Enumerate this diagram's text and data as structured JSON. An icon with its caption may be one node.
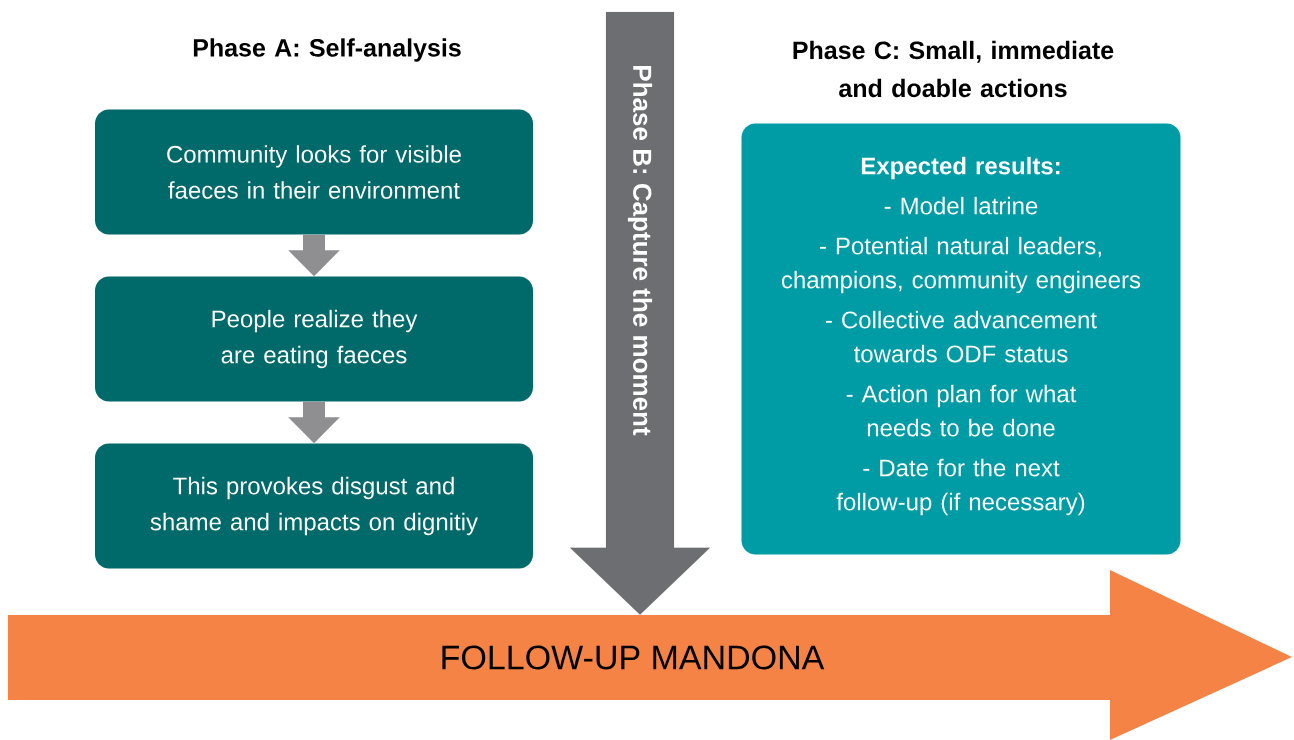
{
  "diagram": {
    "nodes": [
      {
        "text": [
          "Community looks for visible faeces in their environment"
        ]
      },
      {
        "text": [
          "People realize they are eating faeces"
        ]
      },
      {
        "text": [
          "This provokes disgust and shame and impacts on dignitiy"
        ]
      },
      {
        "text": [
          "Expected results:",
          "- Model latrine",
          "- Potential natural leaders, champions, community engineers",
          "- Collective advancement towards ODF status",
          "- Action plan for what needs to be done",
          "- Date for the next follow-up (if necessary)"
        ]
      },
      {
        "text": [
          "FOLLOW-UP MANDONA"
        ]
      }
    ],
    "edges": [
      {
        "from": 0,
        "to": 1,
        "arrow": "to"
      },
      {
        "from": 1,
        "to": 2,
        "arrow": "to"
      },
      {
        "from": null,
        "to": 4,
        "arrow": "to",
        "label": "Phase B: Capture the moment",
        "style": "thick",
        "color": "#6d6e71"
      }
    ],
    "labels": [
      "Phase A: Self-analysis",
      "Phase C: Small, immediate and doable actions"
    ]
  }
}
